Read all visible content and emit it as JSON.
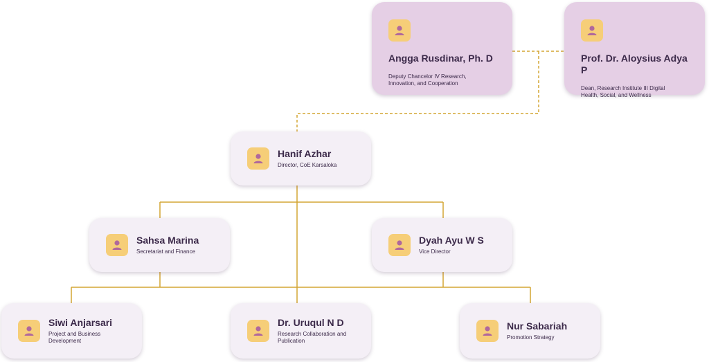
{
  "people": {
    "angga": {
      "name": "Angga Rusdinar, Ph. D",
      "role": "Deputy Chancelor IV Research, Innovation, and Cooperation",
      "icon": "person-icon"
    },
    "aloysius": {
      "name": "Prof. Dr. Aloysius Adya P",
      "role": "Dean, Research Institute III Digital Health, Social, and Wellness",
      "icon": "person-icon"
    },
    "hanif": {
      "name": "Hanif Azhar",
      "role": "Director, CoE Karsaloka",
      "icon": "person-icon"
    },
    "sahsa": {
      "name": "Sahsa Marina",
      "role": "Secretariat and Finance",
      "icon": "person-icon"
    },
    "dyah": {
      "name": "Dyah Ayu W S",
      "role": "Vice Director",
      "icon": "person-icon"
    },
    "siwi": {
      "name": "Siwi Anjarsari",
      "role": "Project and Business Development",
      "icon": "person-icon"
    },
    "uruqul": {
      "name": "Dr. Uruqul N D",
      "role": "Research Collaboration and Publication",
      "icon": "person-icon"
    },
    "nur": {
      "name": "Nur Sabariah",
      "role": "Promotion Strategy",
      "icon": "person-icon"
    }
  },
  "colors": {
    "top_card": "#e5cfe5",
    "card": "#f4eff6",
    "avatar": "#f6ce78",
    "avatar_figure": "#b0689c",
    "line": "#d4a534",
    "text": "#3c2a4a"
  }
}
